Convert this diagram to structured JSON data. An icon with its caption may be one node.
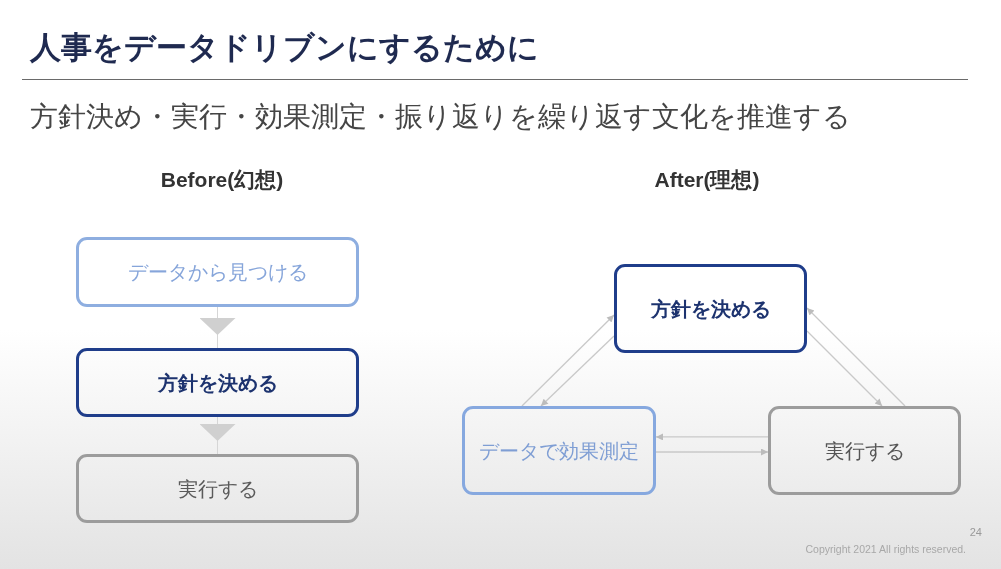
{
  "diagram": {
    "title": "人事をデータドリブンにするために",
    "nodes": [
      {
        "text": [
          "データから見つける"
        ]
      },
      {
        "text": [
          "方針を決める"
        ]
      },
      {
        "text": [
          "実行する"
        ]
      },
      {
        "text": [
          "方針を決める"
        ]
      },
      {
        "text": [
          "データで効果測定"
        ]
      },
      {
        "text": [
          "実行する"
        ]
      }
    ],
    "edges": [
      {
        "from": 0,
        "to": 1,
        "arrow": "to"
      },
      {
        "from": 1,
        "to": 2,
        "arrow": "to"
      },
      {
        "from": 4,
        "to": 3,
        "arrow": "to"
      },
      {
        "from": 3,
        "to": 4,
        "arrow": "to"
      },
      {
        "from": 5,
        "to": 3,
        "arrow": "to"
      },
      {
        "from": 3,
        "to": 5,
        "arrow": "to"
      },
      {
        "from": 5,
        "to": 4,
        "arrow": "to"
      },
      {
        "from": 4,
        "to": 5,
        "arrow": "to"
      }
    ],
    "labels": [
      "方針決め・実行・効果測定・振り返りを繰り返す文化を推進する",
      "Before(幻想)",
      "After(理想)",
      "24",
      "Copyright 2021 All rights reserved."
    ]
  }
}
